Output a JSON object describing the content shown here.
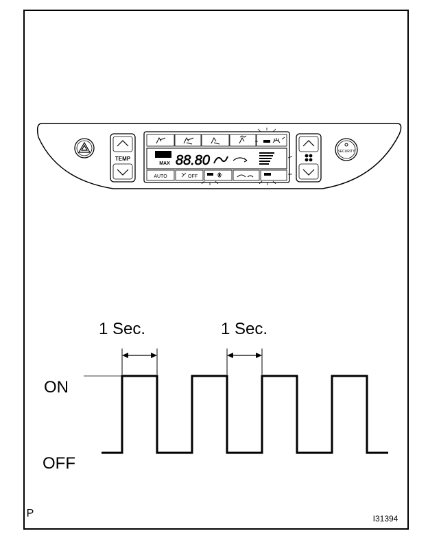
{
  "panel": {
    "temp_label": "TEMP",
    "max_label": "MAX",
    "lcd_digits": "88.80",
    "auto_label": "AUTO",
    "off_label": "OFF",
    "sec_label": "SECURITY"
  },
  "timing": {
    "interval_label_1": "1 Sec.",
    "interval_label_2": "1 Sec.",
    "on_label": "ON",
    "off_label": "OFF",
    "pulse_count": 4,
    "state_sequence": [
      "OFF",
      "ON",
      "OFF",
      "ON",
      "OFF",
      "ON",
      "OFF",
      "ON",
      "OFF"
    ],
    "pulse_duration_sec": 1
  },
  "footer": {
    "corner_letter": "P",
    "figure_id": "I31394"
  }
}
